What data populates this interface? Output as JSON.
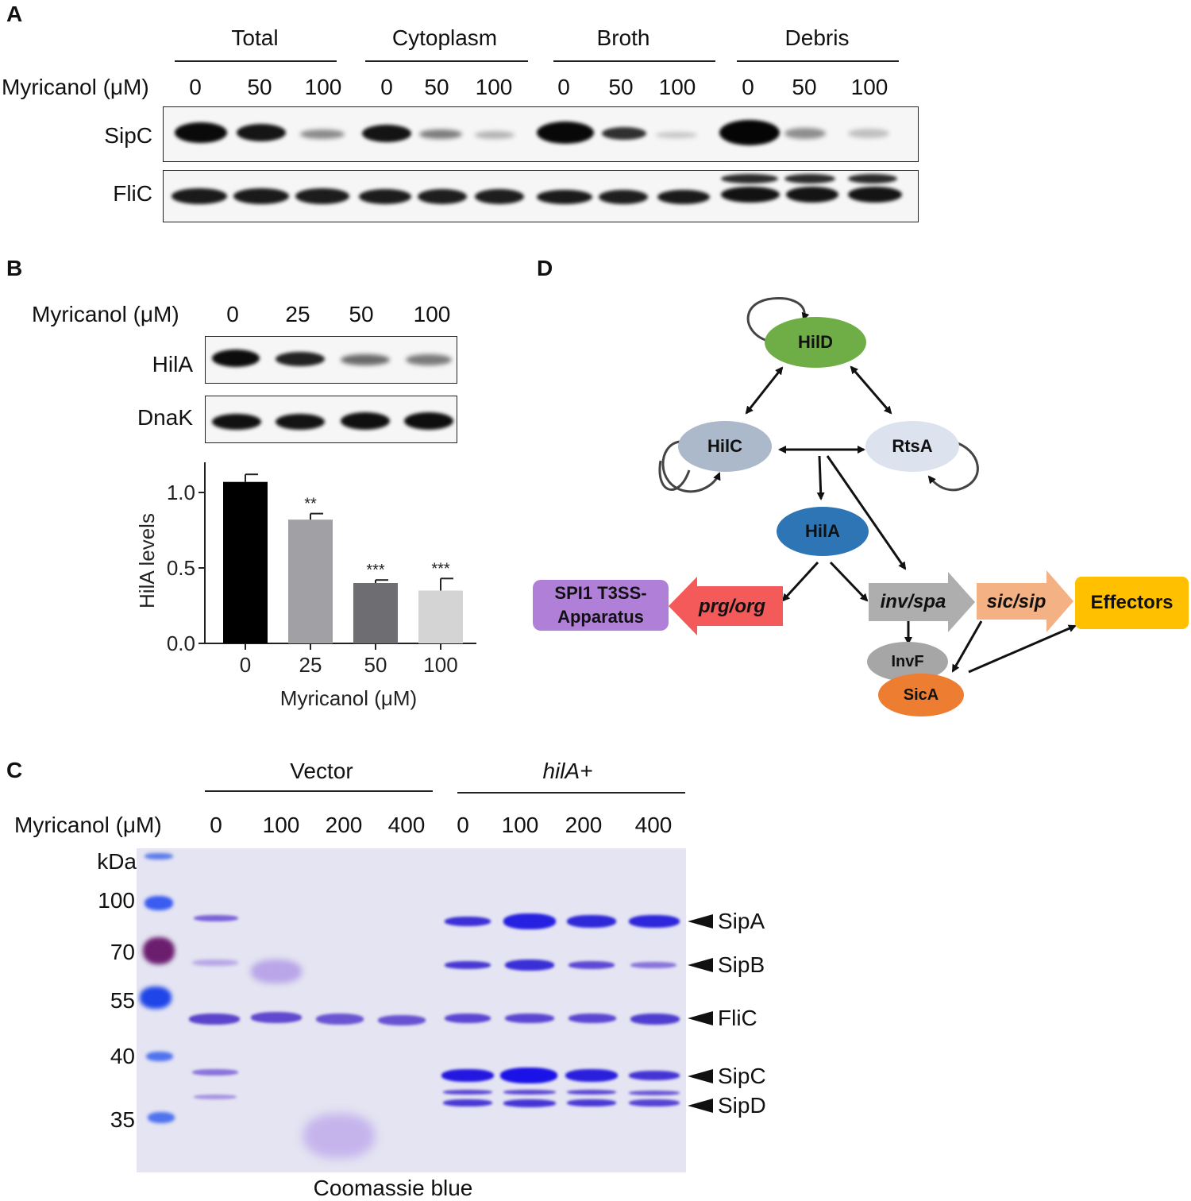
{
  "panel_a": {
    "label": "A",
    "groups": [
      "Total",
      "Cytoplasm",
      "Broth",
      "Debris"
    ],
    "conc_label": "Myricanol (μM)",
    "concs": [
      "0",
      "50",
      "100",
      "0",
      "50",
      "100",
      "0",
      "50",
      "100",
      "0",
      "50",
      "100"
    ],
    "rows": [
      "SipC",
      "FliC"
    ]
  },
  "panel_b": {
    "label": "B",
    "conc_label": "Myricanol (μM)",
    "concs": [
      "0",
      "25",
      "50",
      "100"
    ],
    "rows": [
      "HilA",
      "DnaK"
    ]
  },
  "chart_data": {
    "type": "bar",
    "categories": [
      "0",
      "25",
      "50",
      "100"
    ],
    "values": [
      1.07,
      0.82,
      0.4,
      0.35
    ],
    "errors": [
      0.05,
      0.04,
      0.02,
      0.08
    ],
    "significance": [
      "",
      "**",
      "***",
      "***"
    ],
    "bar_colors": [
      "#000000",
      "#a0a0a5",
      "#6e6e72",
      "#d4d4d4"
    ],
    "ylabel": "HilA levels",
    "xlabel": "Myricanol (μM)",
    "ylim": [
      0,
      1.2
    ],
    "yticks": [
      "0.0",
      "0.5",
      "1.0"
    ]
  },
  "panel_c": {
    "label": "C",
    "groups": [
      "Vector",
      "hilA+"
    ],
    "conc_label": "Myricanol (μM)",
    "concs": [
      "0",
      "100",
      "200",
      "400",
      "0",
      "100",
      "200",
      "400"
    ],
    "kda_label": "kDa",
    "markers": [
      "100",
      "70",
      "55",
      "40",
      "35"
    ],
    "band_labels": [
      "SipA",
      "SipB",
      "FliC",
      "SipC",
      "SipD"
    ],
    "stain": "Coomassie blue"
  },
  "panel_d": {
    "label": "D",
    "nodes": {
      "hild": "HilD",
      "hilc": "HilC",
      "rtsa": "RtsA",
      "hila": "HilA",
      "invf": "InvF",
      "sica": "SicA",
      "spi1": "SPI1 T3SS-Apparatus",
      "prg": "prg/org",
      "inv": "inv/spa",
      "sic": "sic/sip",
      "effectors": "Effectors"
    },
    "colors": {
      "hild": "#6fad47",
      "hilc": "#acb9ca",
      "rtsa": "#dce3ee",
      "hila": "#2e75b6",
      "invf": "#a6a6a6",
      "sica": "#ed7d31",
      "spi1": "#b07fd8",
      "prg": "#f55a5a",
      "inv": "#aeaeae",
      "sic": "#f4b183",
      "effectors": "#ffc000"
    }
  }
}
